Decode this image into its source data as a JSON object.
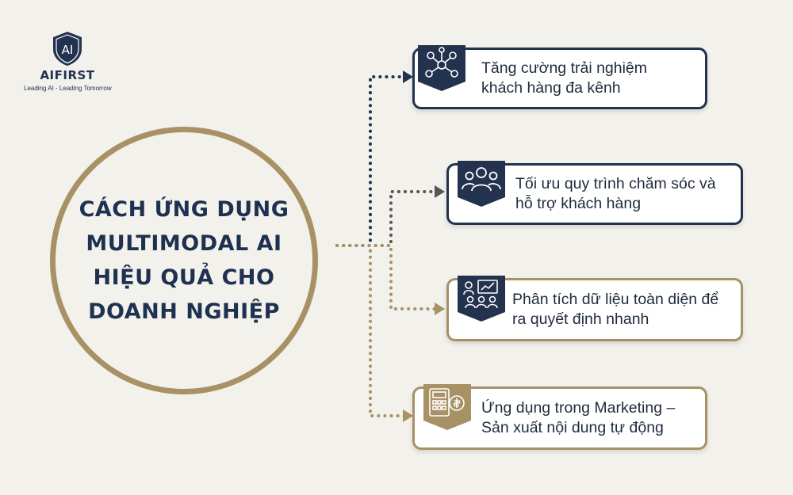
{
  "logo": {
    "name": "AIFIRST",
    "mark": "AI",
    "tagline": "Leading AI - Leading Tomorrow"
  },
  "title": {
    "line1": "CÁCH ỨNG DỤNG",
    "line2": "MULTIMODAL AI",
    "line3": "HIỆU QUẢ CHO",
    "line4": "DOANH NGHIỆP"
  },
  "colors": {
    "navy": "#22324f",
    "gold": "#a89164",
    "background": "#f3f1ec"
  },
  "items": [
    {
      "line1": "Tăng cường trải nghiệm",
      "line2": "khách hàng đa kênh",
      "icon": "network-people-icon"
    },
    {
      "line1": "Tối ưu quy trình chăm sóc và",
      "line2": "hỗ trợ khách hàng",
      "icon": "team-icon"
    },
    {
      "line1": "Phân tích dữ liệu toàn diện để",
      "line2": "ra quyết định nhanh",
      "icon": "meeting-presentation-icon"
    },
    {
      "line1": "Ứng dụng trong Marketing –",
      "line2": "Sản xuất nội dung tự động",
      "icon": "calculator-money-icon"
    }
  ]
}
